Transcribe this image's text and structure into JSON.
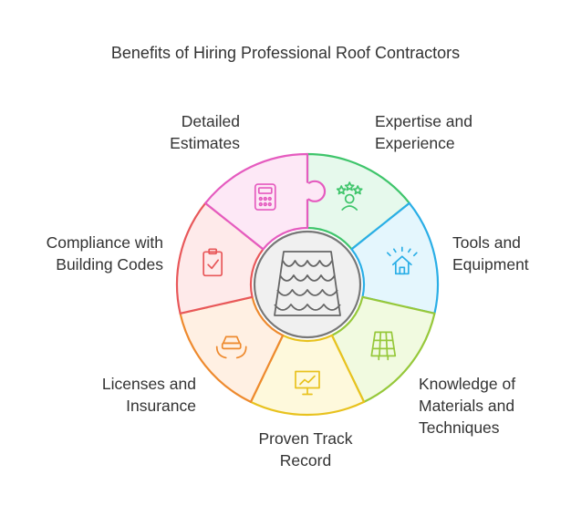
{
  "title": "Benefits of Hiring Professional Roof Contractors",
  "center": {
    "icon": "roof-tiles-icon",
    "fill": "#f0f0f0",
    "stroke": "#777777"
  },
  "segments": [
    {
      "label": "Detailed\nEstimates",
      "icon": "calculator-icon",
      "fill": "#fde8f6",
      "stroke": "#e55bbf"
    },
    {
      "label": "Expertise and\nExperience",
      "icon": "award-person-icon",
      "fill": "#e6f9ec",
      "stroke": "#3fc56b"
    },
    {
      "label": "Tools and\nEquipment",
      "icon": "smart-home-icon",
      "fill": "#e4f6fd",
      "stroke": "#2aaee6"
    },
    {
      "label": "Knowledge of\nMaterials and\nTechniques",
      "icon": "solar-panel-icon",
      "fill": "#f1fae0",
      "stroke": "#96c83a"
    },
    {
      "label": "Proven Track\nRecord",
      "icon": "presentation-chart-icon",
      "fill": "#fef9dc",
      "stroke": "#e8c21e"
    },
    {
      "label": "Licenses and\nInsurance",
      "icon": "car-insurance-icon",
      "fill": "#fff0e3",
      "stroke": "#ee8a2e"
    },
    {
      "label": "Compliance with\nBuilding Codes",
      "icon": "clipboard-check-icon",
      "fill": "#feeaea",
      "stroke": "#e8585a"
    }
  ]
}
